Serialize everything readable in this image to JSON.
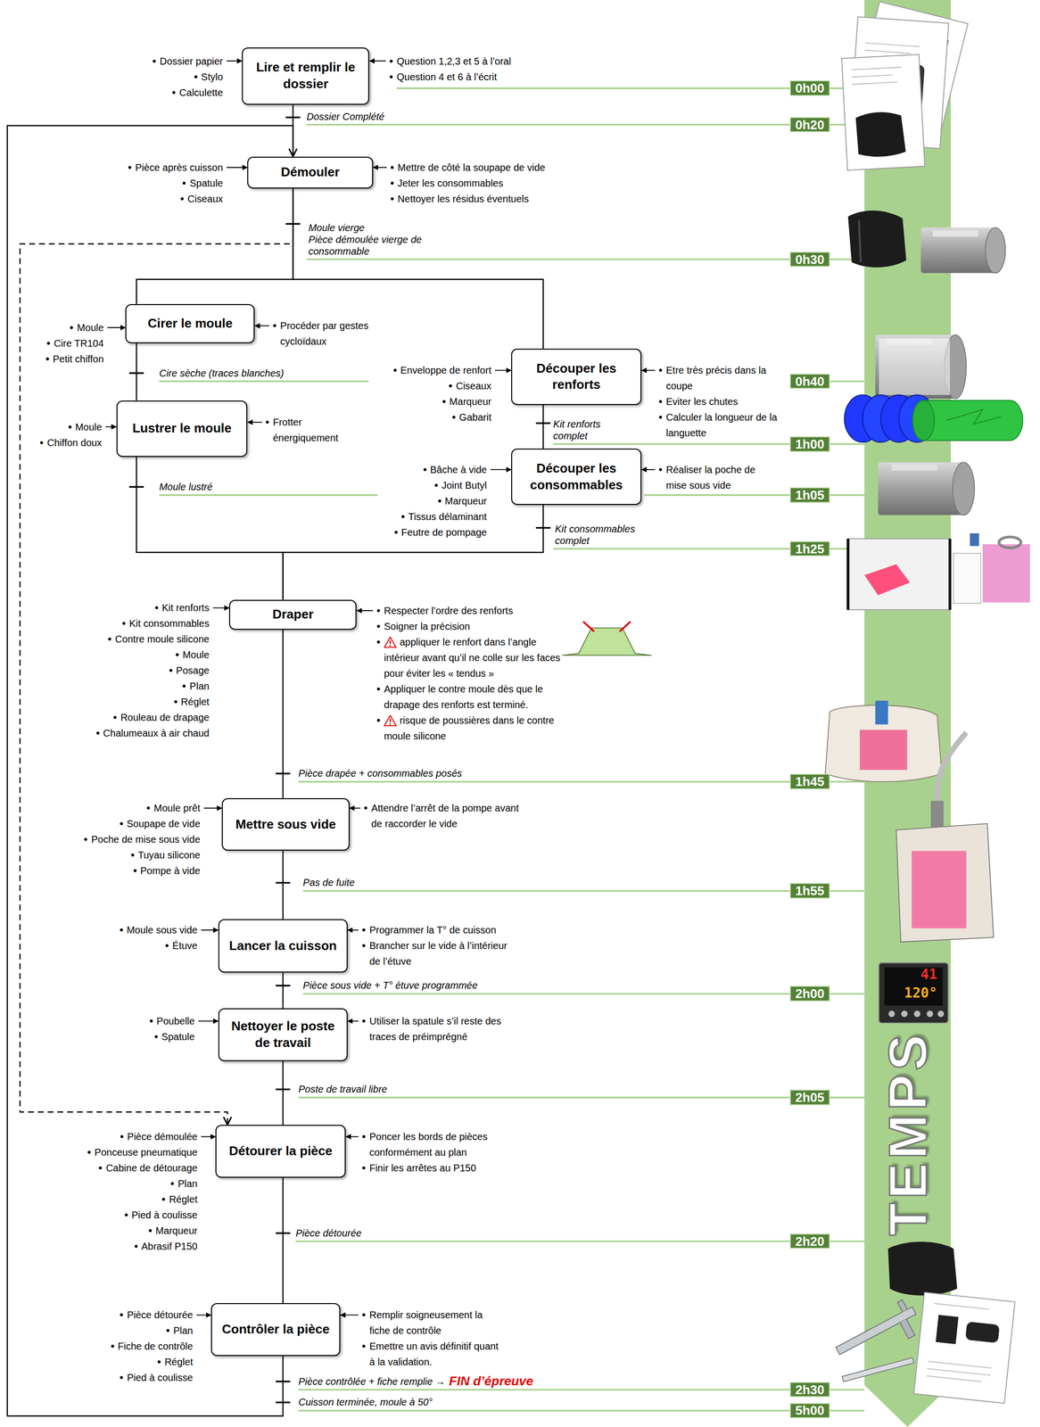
{
  "diagram": {
    "nodes": [
      {
        "text": [
          "Lire et remplir le dossier"
        ]
      },
      {
        "text": [
          "Démouler"
        ]
      },
      {
        "text": [
          "Cirer le moule"
        ]
      },
      {
        "text": [
          "Découper les renforts"
        ]
      },
      {
        "text": [
          "Lustrer le moule"
        ]
      },
      {
        "text": [
          "Découper les consommables"
        ]
      },
      {
        "text": [
          "Draper"
        ]
      },
      {
        "text": [
          "Mettre sous vide"
        ]
      },
      {
        "text": [
          "Lancer la cuisson"
        ]
      },
      {
        "text": [
          "Nettoyer le poste de travail"
        ]
      },
      {
        "text": [
          "Détourer la pièce"
        ]
      },
      {
        "text": [
          "Contrôler la pièce"
        ]
      },
      {
        "text": [
          "0h00"
        ]
      },
      {
        "text": [
          "0h20"
        ]
      },
      {
        "text": [
          "0h30"
        ]
      },
      {
        "text": [
          "0h40"
        ]
      },
      {
        "text": [
          "1h00"
        ]
      },
      {
        "text": [
          "1h05"
        ]
      },
      {
        "text": [
          "1h25"
        ]
      },
      {
        "text": [
          "1h45"
        ]
      },
      {
        "text": [
          "1h55"
        ]
      },
      {
        "text": [
          "2h00"
        ]
      },
      {
        "text": [
          "2h05"
        ]
      },
      {
        "text": [
          "2h20"
        ]
      },
      {
        "text": [
          "2h30"
        ]
      },
      {
        "text": [
          "5h00"
        ]
      },
      {
        "text": [
          "TEMPS"
        ]
      }
    ],
    "edges": [
      {
        "from": 0,
        "to": 1,
        "arrow": "none"
      },
      {
        "from": 1,
        "to": 2,
        "arrow": "none"
      },
      {
        "from": 1,
        "to": 3,
        "arrow": "none"
      },
      {
        "from": 2,
        "to": 4,
        "arrow": "none"
      },
      {
        "from": 3,
        "to": 5,
        "arrow": "none"
      },
      {
        "from": 4,
        "to": 6,
        "arrow": "none"
      },
      {
        "from": 5,
        "to": 6,
        "arrow": "none"
      },
      {
        "from": 6,
        "to": 7,
        "arrow": "none"
      },
      {
        "from": 7,
        "to": 8,
        "arrow": "none"
      },
      {
        "from": 8,
        "to": 9,
        "arrow": "none"
      },
      {
        "from": 9,
        "to": 10,
        "arrow": "none"
      },
      {
        "from": 10,
        "to": 11,
        "arrow": "none"
      },
      {
        "from": 11,
        "to": 1,
        "arrow": "to"
      },
      {
        "from": 1,
        "to": 10,
        "arrow": "to"
      }
    ],
    "labels": [
      "Dossier papier",
      "Stylo",
      "Calculette",
      "Question 1,2,3 et 5 à l’oral",
      "Question 4 et 6 à l’écrit",
      "Dossier Complété",
      "Pièce après cuisson",
      "Spatule",
      "Ciseaux",
      "Mettre de côté la soupape de vide",
      "Jeter les consommables",
      "Nettoyer les résidus éventuels",
      "Moule vierge",
      "Pièce démoulée vierge de consommable",
      "Moule",
      "Cire TR104",
      "Petit chiffon",
      "Procéder par gestes cycloïdaux",
      "Cire sèche (traces blanches)",
      "Enveloppe de renfort",
      "Ciseaux",
      "Marqueur",
      "Gabarit",
      "Etre très précis dans la coupe",
      "Eviter les chutes",
      "Calculer la longueur de la languette",
      "Kit renforts complet",
      "Moule",
      "Chiffon doux",
      "Frotter énergiquement",
      "Moule lustré",
      "Bâche à vide",
      "Joint Butyl",
      "Marqueur",
      "Tissus délaminant",
      "Feutre de pompage",
      "Réaliser la poche de mise sous vide",
      "Kit consommables complet",
      "Kit renforts",
      "Kit consommables",
      "Contre moule silicone",
      "Moule",
      "Posage",
      "Plan",
      "Réglet",
      "Rouleau de drapage",
      "Chalumeaux à air chaud",
      "Respecter l’ordre des renforts",
      "Soigner la précision",
      "appliquer le renfort dans l’angle intérieur avant qu’il ne colle sur les faces pour éviter les « tendus »",
      "Appliquer le contre moule dès que le drapage des renforts est terminé.",
      "risque de poussières dans le contre moule silicone",
      "Pièce drapée + consommables posés",
      "Moule prêt",
      "Soupape de vide",
      "Poche de mise sous vide",
      "Tuyau silicone",
      "Pompe à vide",
      "Attendre l’arrêt de la pompe avant de raccorder le vide",
      "Pas de fuite",
      "Moule sous vide",
      "Étuve",
      "Programmer la T° de cuisson",
      "Brancher sur le vide à l’intérieur de l’étuve",
      "Pièce sous vide + T° étuve programmée",
      "Poubelle",
      "Spatule",
      "Utiliser la spatule s’il reste des traces de préimprégné",
      "Poste de travail libre",
      "Pièce démoulée",
      "Ponceuse pneumatique",
      "Cabine de détourage",
      "Plan",
      "Réglet",
      "Pied à coulisse",
      "Marqueur",
      "Abrasif P150",
      "Poncer les bords de pièces conformément au plan",
      "Finir les arrêtes au P150",
      "Pièce détourée",
      "Pièce détourée",
      "Plan",
      "Fiche de contrôle",
      "Réglet",
      "Pied à coulisse",
      "Remplir soigneusement la fiche de contrôle",
      "Emettre un avis définitif quant à la validation.",
      "Pièce contrôlée + fiche remplie →",
      "FIN d’épreuve",
      "Cuisson terminée, moule à 50°",
      "41",
      "120°"
    ]
  }
}
